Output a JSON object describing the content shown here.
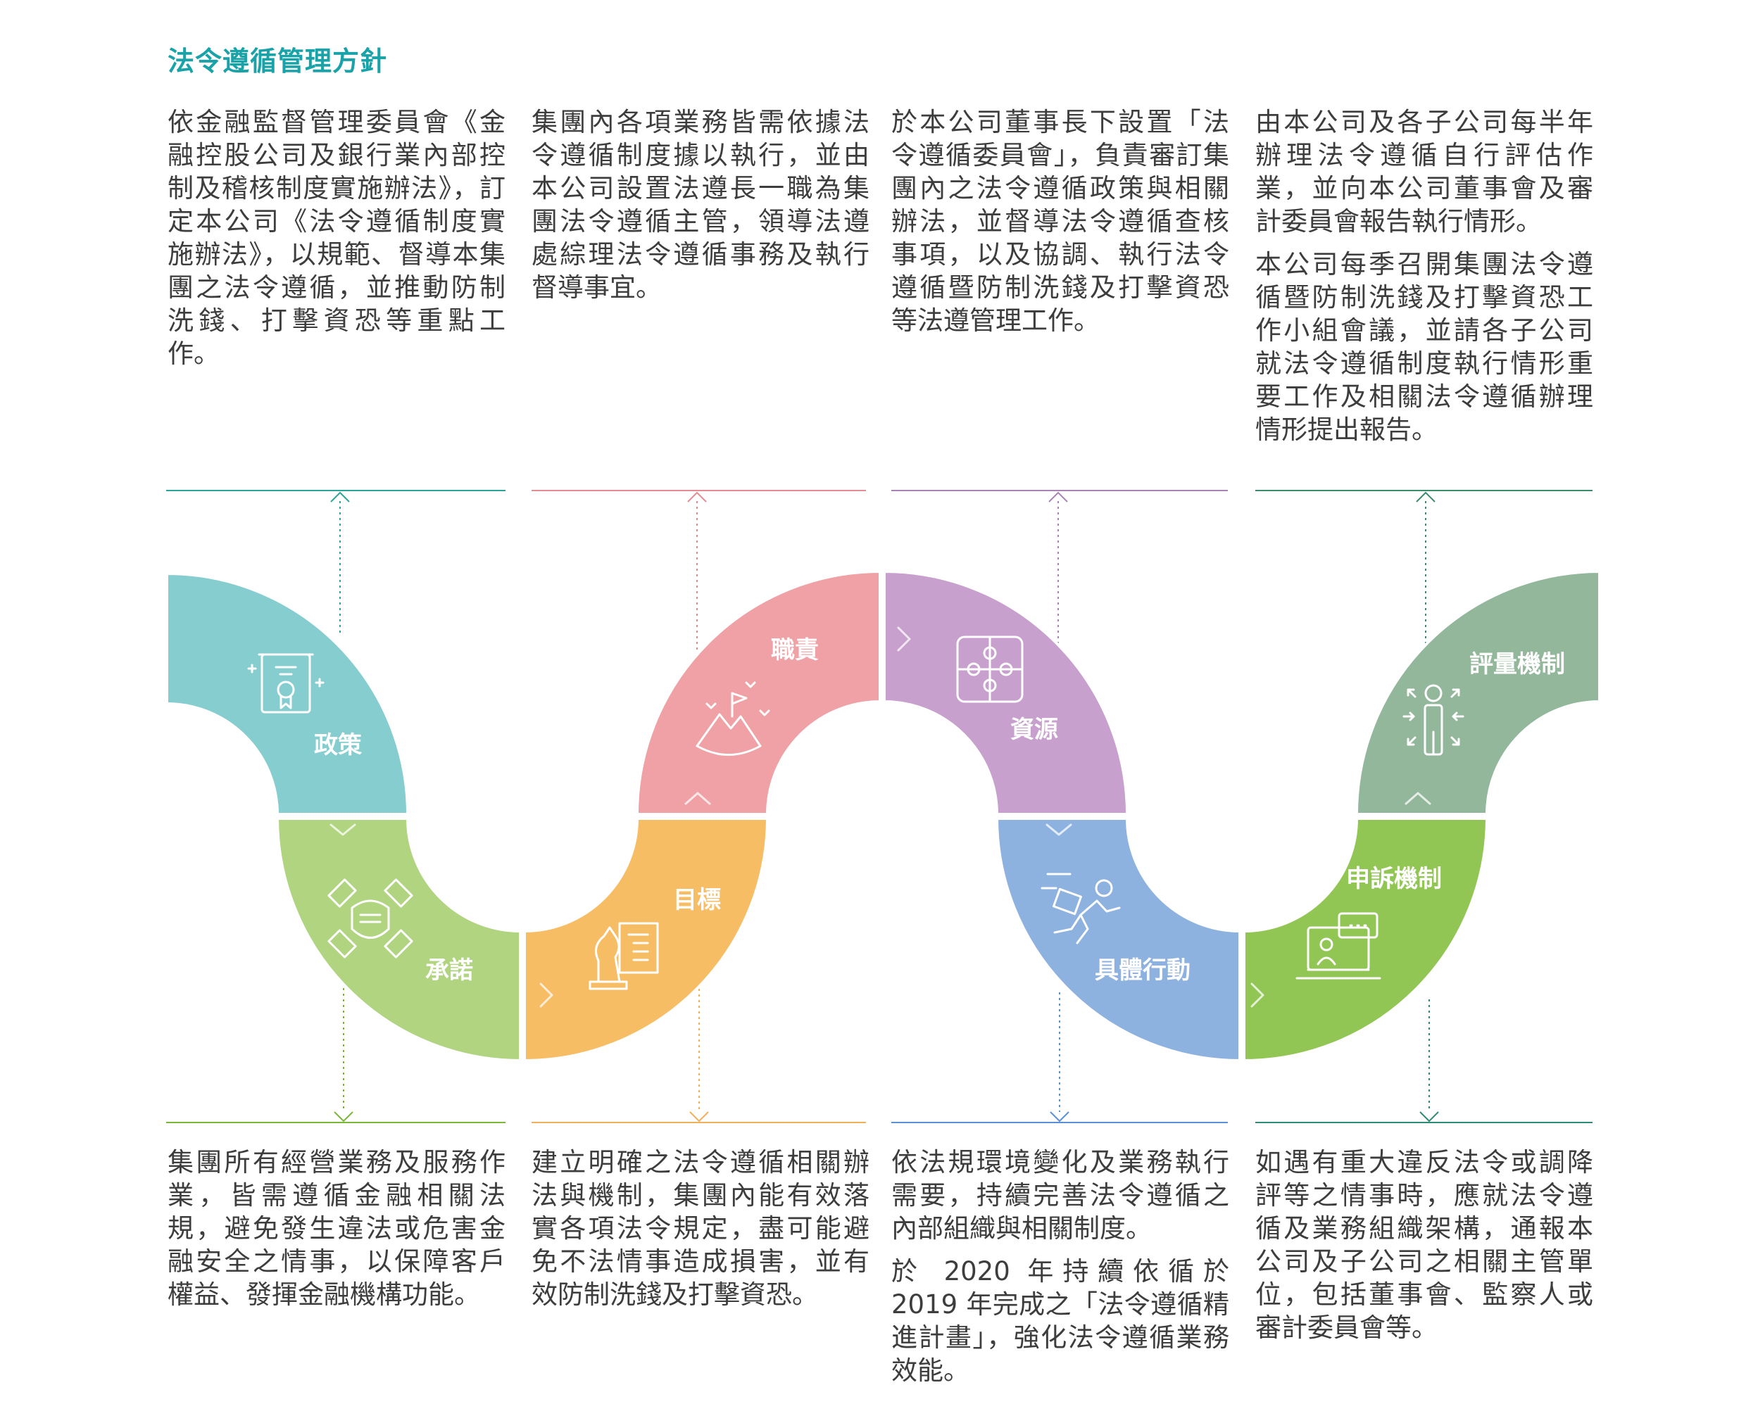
{
  "title": "法令遵循管理方針",
  "top_texts": [
    {
      "paragraphs": [
        "依金融監督管理委員會《金融控股公司及銀行業內部控制及稽核制度實施辦法》，訂定本公司《法令遵循制度實施辦法》，以規範、督導本集團之法令遵循，並推動防制洗錢、打擊資恐等重點工作。"
      ]
    },
    {
      "paragraphs": [
        "集團內各項業務皆需依據法令遵循制度據以執行，並由本公司設置法遵長一職為集團法令遵循主管，領導法遵處綜理法令遵循事務及執行督導事宜。"
      ]
    },
    {
      "paragraphs": [
        "於本公司董事長下設置「法令遵循委員會」，負責審訂集團內之法令遵循政策與相關辦法，並督導法令遵循查核事項，以及協調、執行法令遵循暨防制洗錢及打擊資恐等法遵管理工作。"
      ]
    },
    {
      "paragraphs": [
        "由本公司及各子公司每半年辦理法令遵循自行評估作業，並向本公司董事會及審計委員會報告執行情形。",
        "本公司每季召開集團法令遵循暨防制洗錢及打擊資恐工作小組會議，並請各子公司就法令遵循制度執行情形重要工作及相關法令遵循辦理情形提出報告。"
      ]
    }
  ],
  "bottom_texts": [
    {
      "paragraphs": [
        "集團所有經營業務及服務作業，皆需遵循金融相關法規，避免發生違法或危害金融安全之情事，以保障客戶權益、發揮金融機構功能。"
      ]
    },
    {
      "paragraphs": [
        "建立明確之法令遵循相關辦法與機制，集團內能有效落實各項法令規定，盡可能避免不法情事造成損害，並有效防制洗錢及打擊資恐。"
      ]
    },
    {
      "paragraphs": [
        "依法規環境變化及業務執行需要，持續完善法令遵循之內部組織與相關制度。",
        "於 2020 年持續依循於 2019 年完成之「法令遵循精進計畫」，強化法令遵循業務效能。"
      ]
    },
    {
      "paragraphs": [
        "如遇有重大違反法令或調降評等之情事時，應就法令遵循及業務組織架構，通報本公司及子公司之相關主管單位，包括董事會、監察人或審計委員會等。"
      ]
    }
  ],
  "segments": {
    "policy": {
      "label": "政策",
      "color": "#86cdcf",
      "icon": "certificate-icon"
    },
    "commitment": {
      "label": "承諾",
      "color": "#b0d480",
      "icon": "hands-together-icon"
    },
    "target": {
      "label": "目標",
      "color": "#f7bd64",
      "icon": "chess-strategy-icon"
    },
    "duty": {
      "label": "職責",
      "color": "#efa1a5",
      "icon": "mountain-flag-icon"
    },
    "resource": {
      "label": "資源",
      "color": "#c8a0cd",
      "icon": "puzzle-icon"
    },
    "action": {
      "label": "具體行動",
      "color": "#8eb2e0",
      "icon": "running-person-icon"
    },
    "appeal": {
      "label": "申訴機制",
      "color": "#92c654",
      "icon": "computer-chat-icon"
    },
    "evaluation": {
      "label": "評量機制",
      "color": "#93b79b",
      "icon": "person-arrows-icon"
    }
  }
}
